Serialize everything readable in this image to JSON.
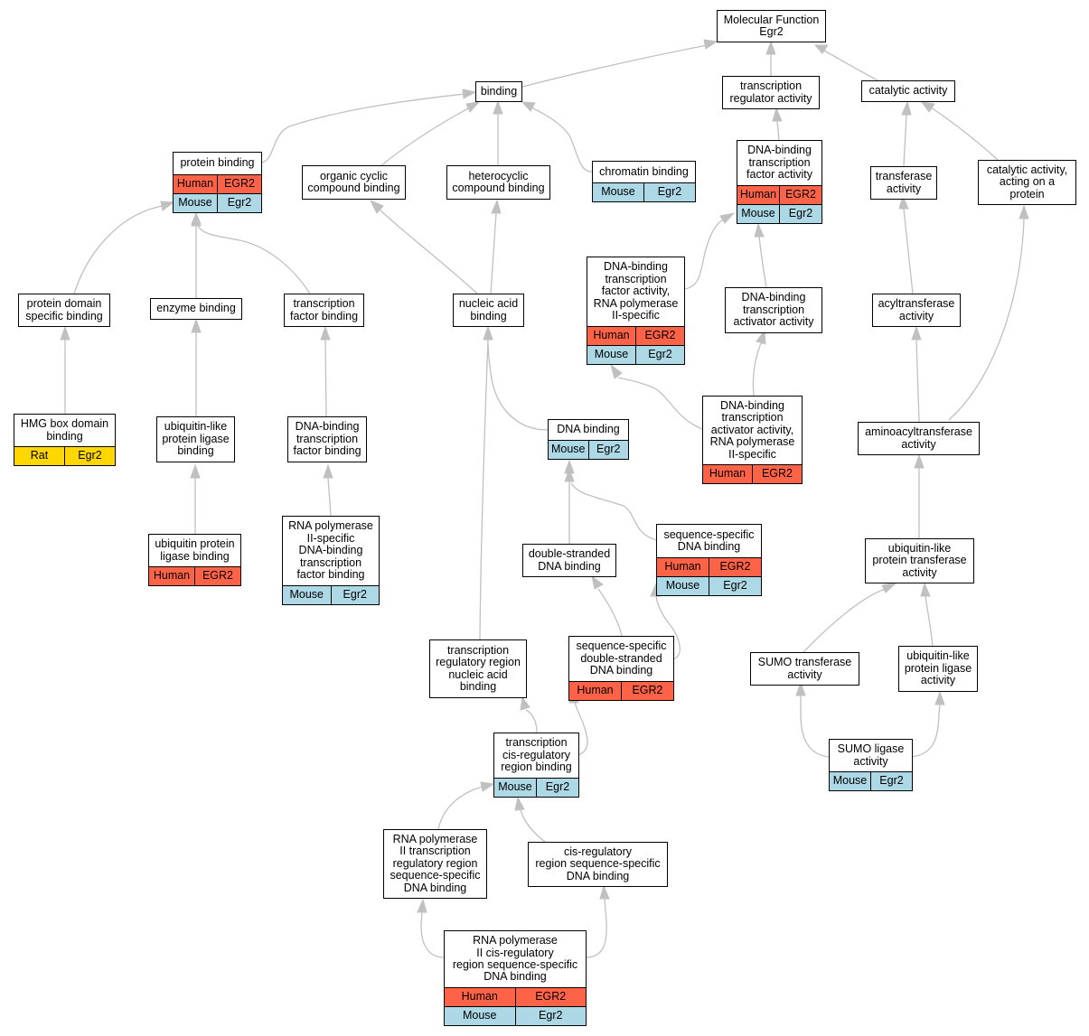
{
  "colors": {
    "Human": "#ff6347",
    "Mouse": "#add8e6",
    "Rat": "#ffd700",
    "edge": "#c0c0c0"
  },
  "nodes": {
    "mf": {
      "label": "Molecular Function\nEgr2"
    },
    "binding": {
      "label": "binding"
    },
    "tra": {
      "label": "transcription\nregulator activity"
    },
    "cat": {
      "label": "catalytic activity"
    },
    "pb": {
      "label": "protein binding",
      "rows": [
        [
          "Human",
          "EGR2"
        ],
        [
          "Mouse",
          "Egr2"
        ]
      ]
    },
    "occb": {
      "label": "organic cyclic\ncompound binding"
    },
    "hcb": {
      "label": "heterocyclic\ncompound binding"
    },
    "chb": {
      "label": "chromatin binding",
      "rows": [
        [
          "Mouse",
          "Egr2"
        ]
      ]
    },
    "dbtfa": {
      "label": "DNA-binding\ntranscription\nfactor activity",
      "rows": [
        [
          "Human",
          "EGR2"
        ],
        [
          "Mouse",
          "Egr2"
        ]
      ]
    },
    "trf": {
      "label": "transferase\nactivity"
    },
    "cap": {
      "label": "catalytic activity,\nacting on a\nprotein"
    },
    "pdsb": {
      "label": "protein domain\nspecific binding"
    },
    "eb": {
      "label": "enzyme binding"
    },
    "tfb": {
      "label": "transcription\nfactor binding"
    },
    "nab": {
      "label": "nucleic acid\nbinding"
    },
    "dbtfa2": {
      "label": "DNA-binding\ntranscription\nfactor activity,\nRNA polymerase\nII-specific",
      "rows": [
        [
          "Human",
          "EGR2"
        ],
        [
          "Mouse",
          "Egr2"
        ]
      ]
    },
    "dbtaa": {
      "label": "DNA-binding\ntranscription\nactivator activity"
    },
    "acyl": {
      "label": "acyltransferase\nactivity"
    },
    "hmg": {
      "label": "HMG box domain\nbinding",
      "rows": [
        [
          "Rat",
          "Egr2"
        ]
      ]
    },
    "ublb": {
      "label": "ubiquitin-like\nprotein ligase\nbinding"
    },
    "dbtfb": {
      "label": "DNA-binding\ntranscription\nfactor binding"
    },
    "dnab": {
      "label": "DNA binding",
      "rows": [
        [
          "Mouse",
          "Egr2"
        ]
      ]
    },
    "dbtaa2": {
      "label": "DNA-binding\ntranscription\nactivator activity,\nRNA polymerase\nII-specific",
      "rows": [
        [
          "Human",
          "EGR2"
        ]
      ]
    },
    "aat": {
      "label": "aminoacyltransferase\nactivity"
    },
    "uplb": {
      "label": "ubiquitin protein\nligase binding",
      "rows": [
        [
          "Human",
          "EGR2"
        ]
      ]
    },
    "rp2dbtfb": {
      "label": "RNA polymerase\nII-specific\nDNA-binding\ntranscription\nfactor binding",
      "rows": [
        [
          "Mouse",
          "Egr2"
        ]
      ]
    },
    "dsdb": {
      "label": "double-stranded\nDNA binding"
    },
    "ssdb": {
      "label": "sequence-specific\nDNA binding",
      "rows": [
        [
          "Human",
          "EGR2"
        ],
        [
          "Mouse",
          "Egr2"
        ]
      ]
    },
    "ulpta": {
      "label": "ubiquitin-like\nprotein transferase\nactivity"
    },
    "trrnab": {
      "label": "transcription\nregulatory region\nnucleic acid\nbinding"
    },
    "ssdsdb": {
      "label": "sequence-specific\ndouble-stranded\nDNA binding",
      "rows": [
        [
          "Human",
          "EGR2"
        ]
      ]
    },
    "sumot": {
      "label": "SUMO transferase\nactivity"
    },
    "ulpla": {
      "label": "ubiquitin-like\nprotein ligase\nactivity"
    },
    "tcrrb": {
      "label": "transcription\ncis-regulatory\nregion binding",
      "rows": [
        [
          "Mouse",
          "Egr2"
        ]
      ]
    },
    "sumol": {
      "label": "SUMO ligase\nactivity",
      "rows": [
        [
          "Mouse",
          "Egr2"
        ]
      ]
    },
    "rp2trr": {
      "label": "RNA polymerase\nII transcription\nregulatory region\nsequence-specific\nDNA binding"
    },
    "crrssdb": {
      "label": "cis-regulatory\nregion sequence-specific\nDNA binding"
    },
    "rp2crr": {
      "label": "RNA polymerase\nII cis-regulatory\nregion sequence-specific\nDNA binding",
      "rows": [
        [
          "Human",
          "EGR2"
        ],
        [
          "Mouse",
          "Egr2"
        ]
      ]
    }
  }
}
